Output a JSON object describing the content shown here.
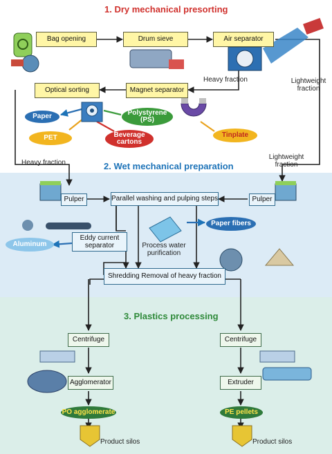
{
  "colors": {
    "section1_bg": "#ffffff",
    "section2_bg": "#dcebf6",
    "section3_bg": "#dbeee9",
    "title_red": "#d0312d",
    "title_blue": "#1d73b8",
    "title_green": "#2f8a3a"
  },
  "sections": {
    "s1": {
      "title": "1. Dry mechanical presorting"
    },
    "s2": {
      "title": "2. Wet mechanical preparation"
    },
    "s3": {
      "title": "3. Plastics processing"
    }
  },
  "s1": {
    "bag_opening": "Bag opening",
    "drum_sieve": "Drum sieve",
    "air_separator": "Air separator",
    "optical_sorting": "Optical sorting",
    "magnet_separator": "Magnet separator",
    "heavy_fraction": "Heavy fraction",
    "lightweight_fraction": "Lightweight fraction",
    "paper": "Paper",
    "pet": "PET",
    "polystyrene": "Polystyrene (PS)",
    "beverage_cartons": "Beverage cartons",
    "tinplate": "Tinplate"
  },
  "s2": {
    "heavy_fraction": "Heavy fraction",
    "lightweight_fraction": "Lightweight fraction",
    "pulper_left": "Pulper",
    "pulper_right": "Pulper",
    "parallel": "Parallel washing and pulping steps",
    "eddy": "Eddy current separator",
    "aluminum": "Aluminum",
    "process_water": "Process water purification",
    "paper_fibers": "Paper fibers",
    "shredding": "Shredding Removal of heavy fraction"
  },
  "s3": {
    "centrifuge_left": "Centrifuge",
    "centrifuge_right": "Centrifuge",
    "agglomerator": "Agglomerator",
    "extruder": "Extruder",
    "po_agglomerate": "PO agglomerate",
    "pe_pellets": "PE pellets",
    "silos_left": "Product silos",
    "silos_right": "Product silos"
  }
}
